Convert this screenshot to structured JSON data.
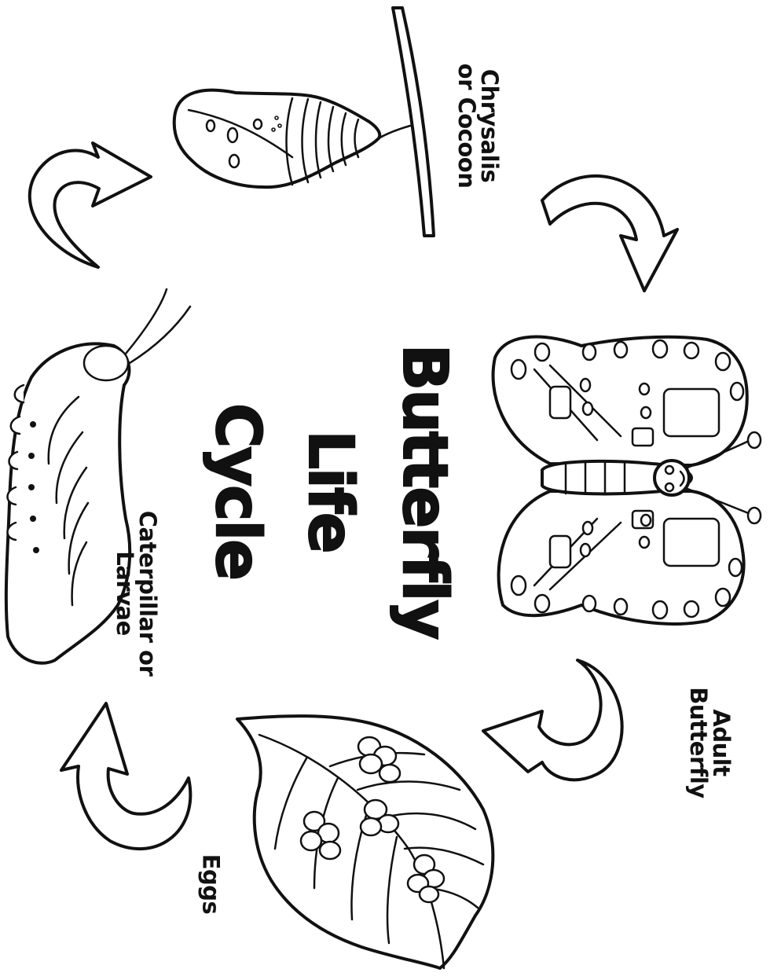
{
  "title": {
    "line1": "Butterfly",
    "line2": "Life",
    "line3": "Cycle"
  },
  "stages": {
    "chrysalis": {
      "line1": "Chrysalis",
      "line2": "or Cocoon"
    },
    "adult": {
      "line1": "Adult",
      "line2": "Butterfly"
    },
    "eggs": {
      "line1": "Eggs"
    },
    "caterpillar": {
      "line1": "Caterpillar or",
      "line2": "Larvae"
    }
  },
  "colors": {
    "ink": "#111111",
    "paper": "#ffffff"
  }
}
